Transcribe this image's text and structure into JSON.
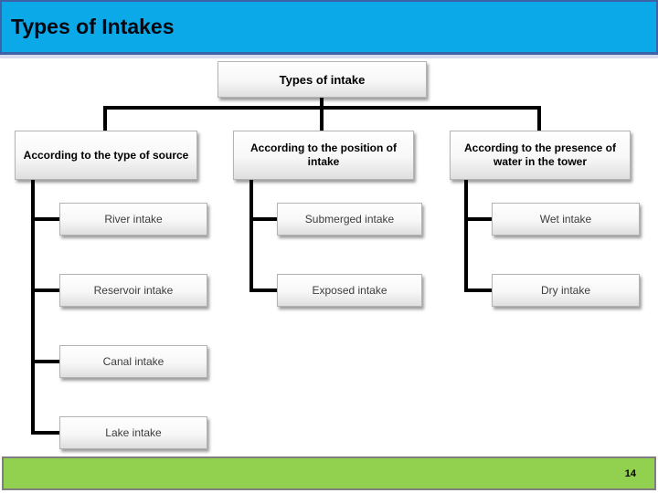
{
  "header": {
    "title": "Types of Intakes"
  },
  "footer": {
    "page_number": "14"
  },
  "diagram": {
    "root_label": "Types of intake",
    "branches": [
      {
        "label": "According to the type of source",
        "children": [
          "River intake",
          "Reservoir intake",
          "Canal intake",
          "Lake intake"
        ]
      },
      {
        "label": "According to the position of intake",
        "children": [
          "Submerged intake",
          "Exposed intake"
        ]
      },
      {
        "label": "According to the presence of water in the tower",
        "children": [
          "Wet intake",
          "Dry intake"
        ]
      }
    ]
  },
  "colors": {
    "header_bg": "#0CA9E9",
    "header_border": "#3E62A8",
    "footer_bg": "#92D050",
    "footer_border": "#7F7F7F",
    "connector": "#000000",
    "box_border": "#B3B3B3"
  }
}
